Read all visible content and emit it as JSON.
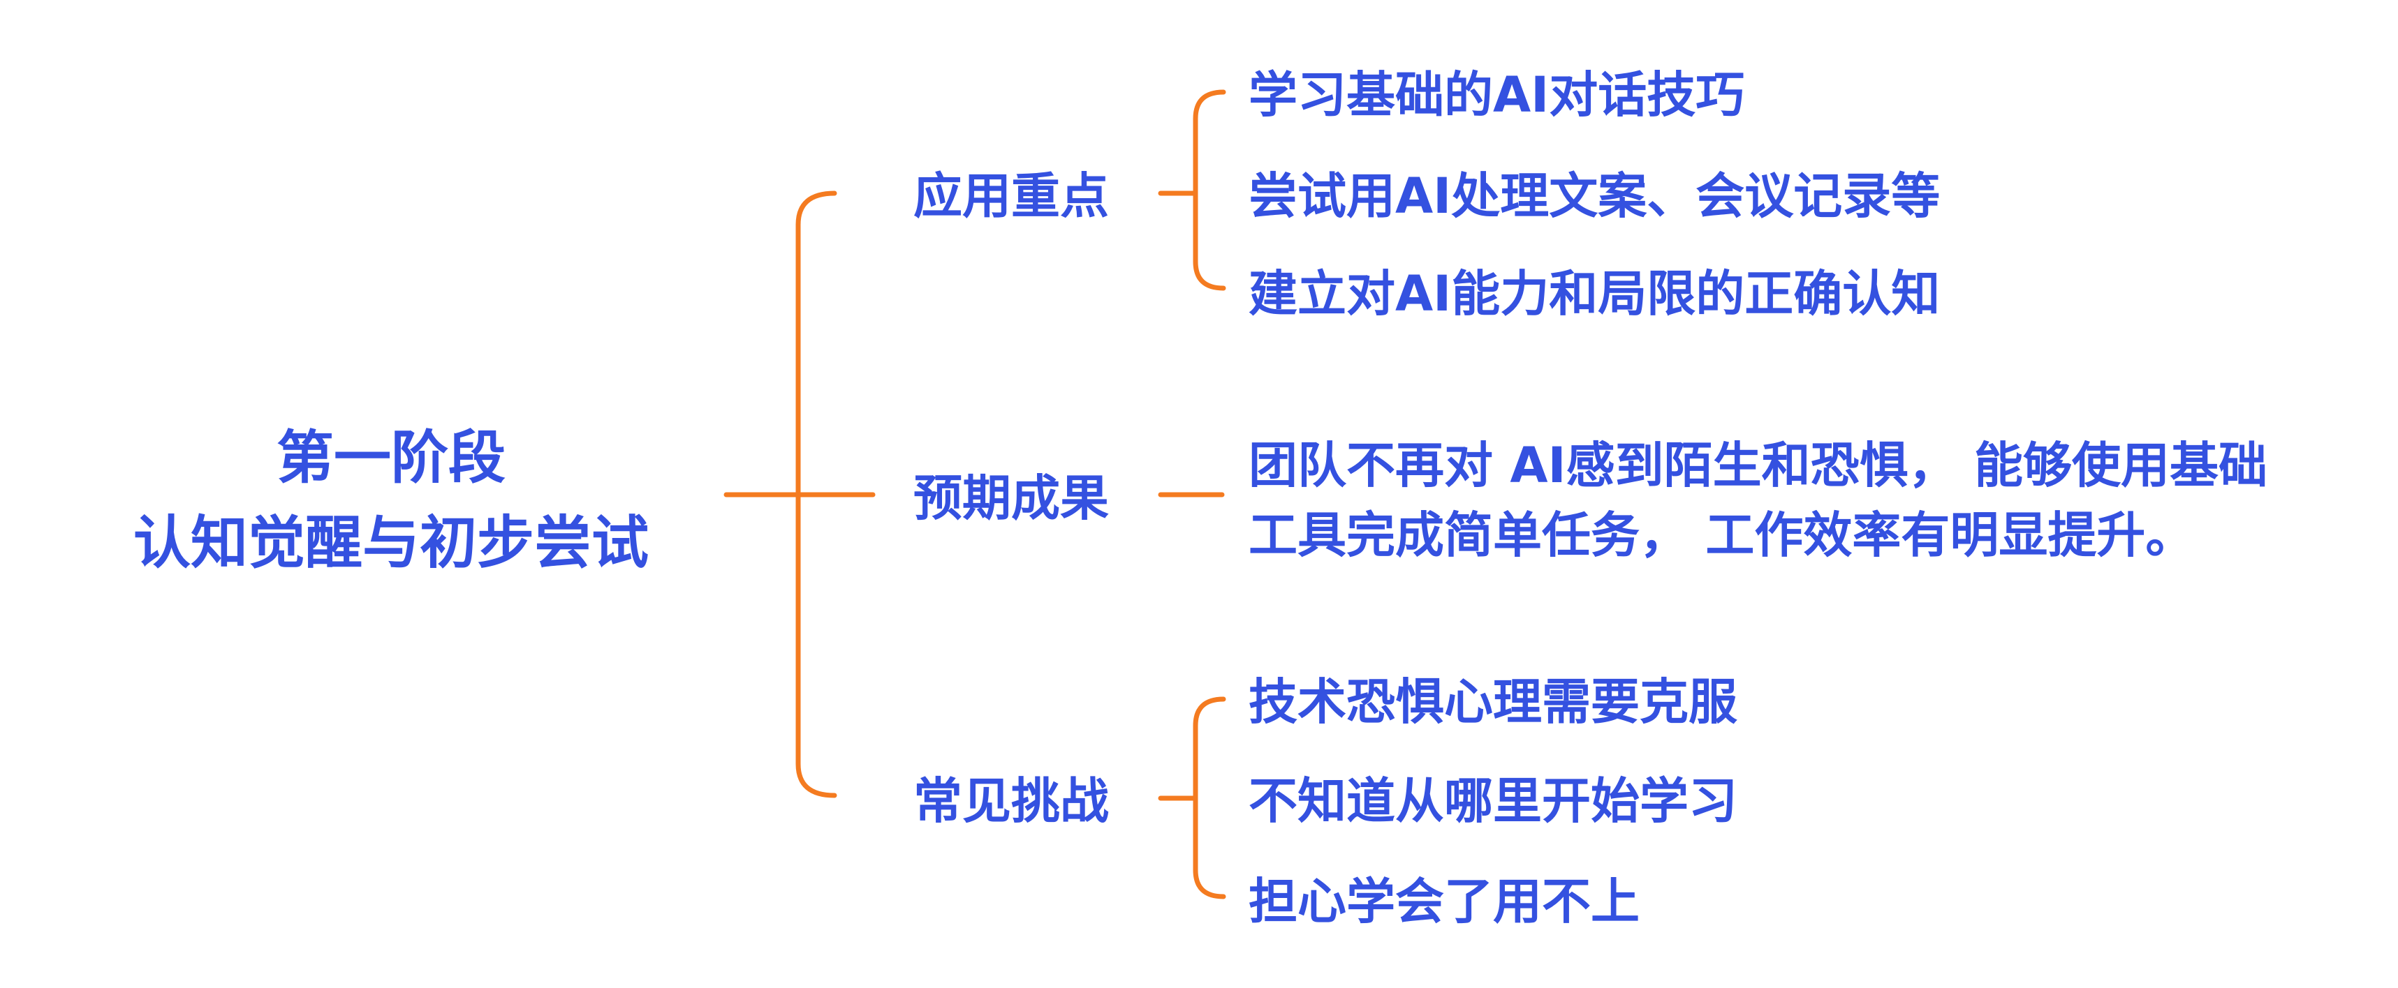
{
  "colors": {
    "text": "#3451e0",
    "connector": "#f47b20",
    "background": "#ffffff"
  },
  "root": {
    "line1": "第一阶段",
    "line2": "认知觉醒与初步尝试"
  },
  "branches": [
    {
      "label": "应用重点",
      "items": [
        "学习基础的AI对话技巧",
        "尝试用AI处理文案、会议记录等",
        "建立对AI能力和局限的正确认知"
      ]
    },
    {
      "label": "预期成果",
      "paragraph": {
        "line1": "团队不再对 AI感到陌生和恐惧， 能够使用基础",
        "line2": "工具完成简单任务， 工作效率有明显提升。"
      }
    },
    {
      "label": "常见挑战",
      "items": [
        "技术恐惧心理需要克服",
        "不知道从哪里开始学习",
        "担心学会了用不上"
      ]
    }
  ]
}
